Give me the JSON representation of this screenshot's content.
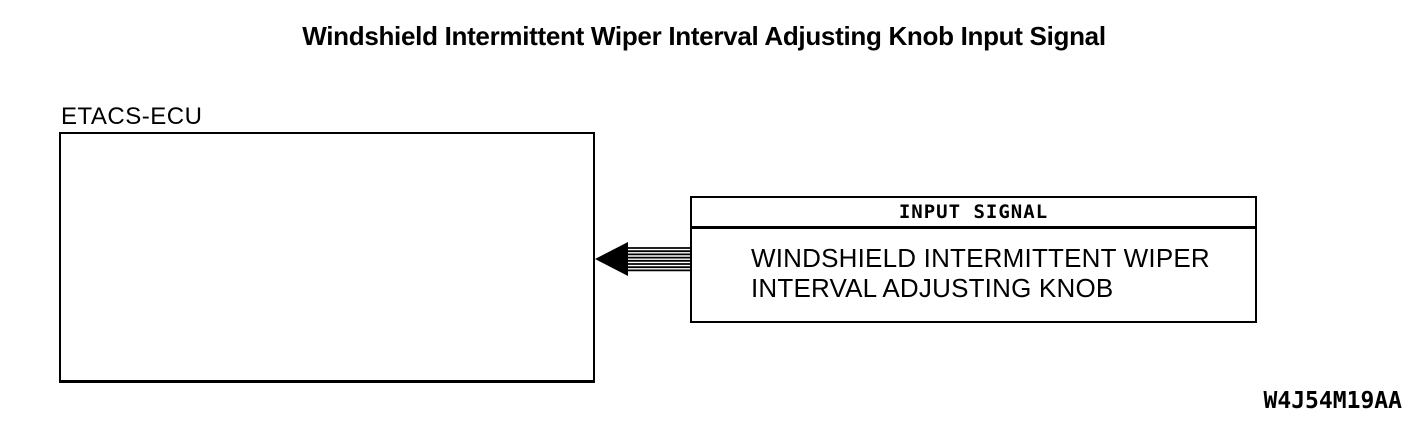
{
  "title": "Windshield Intermittent Wiper Interval Adjusting Knob Input Signal",
  "diagram": {
    "ecu": {
      "label": "ETACS-ECU"
    },
    "input_signal_box": {
      "header": "INPUT SIGNAL",
      "body_line1": "WINDSHIELD INTERMITTENT WIPER",
      "body_line2": "INTERVAL ADJUSTING KNOB"
    },
    "arrow": {
      "direction": "left",
      "style": "striped-shaft-solid-head"
    },
    "figure_code": "W4J54M19AA"
  },
  "colors": {
    "ink": "#000000",
    "background": "#ffffff"
  }
}
